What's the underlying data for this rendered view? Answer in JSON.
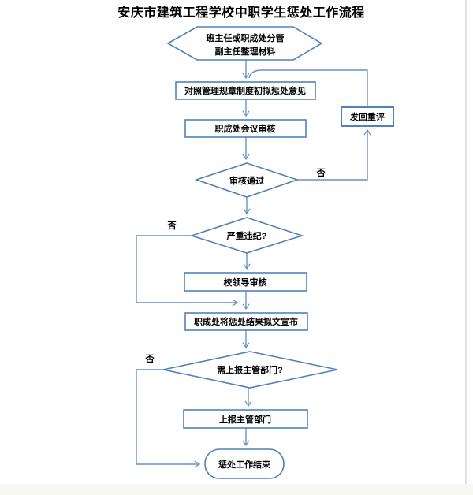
{
  "title": "安庆市建筑工程学校中职学生惩处工作流程",
  "colors": {
    "shape_border": "#4f81bd",
    "connector": "#6591cd",
    "text": "#000000"
  },
  "nodes": {
    "start_hexagon": {
      "type": "hexagon",
      "line1": "班主任或职成处分管",
      "line2": "副主任整理材料"
    },
    "draft_opinion": {
      "type": "process",
      "label": "对照管理规章制度初拟惩处意见"
    },
    "send_back": {
      "type": "process",
      "label": "发回重评"
    },
    "office_meeting_review": {
      "type": "process",
      "label": "职成处会议审核"
    },
    "review_passed": {
      "type": "decision",
      "label": "审核通过"
    },
    "serious_violation": {
      "type": "decision",
      "label": "严重违纪?"
    },
    "school_leader_review": {
      "type": "process",
      "label": "校领导审核"
    },
    "announce_result": {
      "type": "process",
      "label": "职成处将惩处结果拟文宣布"
    },
    "need_report": {
      "type": "decision",
      "label": "需上报主管部门?"
    },
    "report_department": {
      "type": "process",
      "label": "上报主管部门"
    },
    "end_terminal": {
      "type": "terminator",
      "label": "惩处工作结束"
    }
  },
  "edge_labels": {
    "review_passed_no": "否",
    "serious_violation_no": "否",
    "need_report_no": "否"
  }
}
